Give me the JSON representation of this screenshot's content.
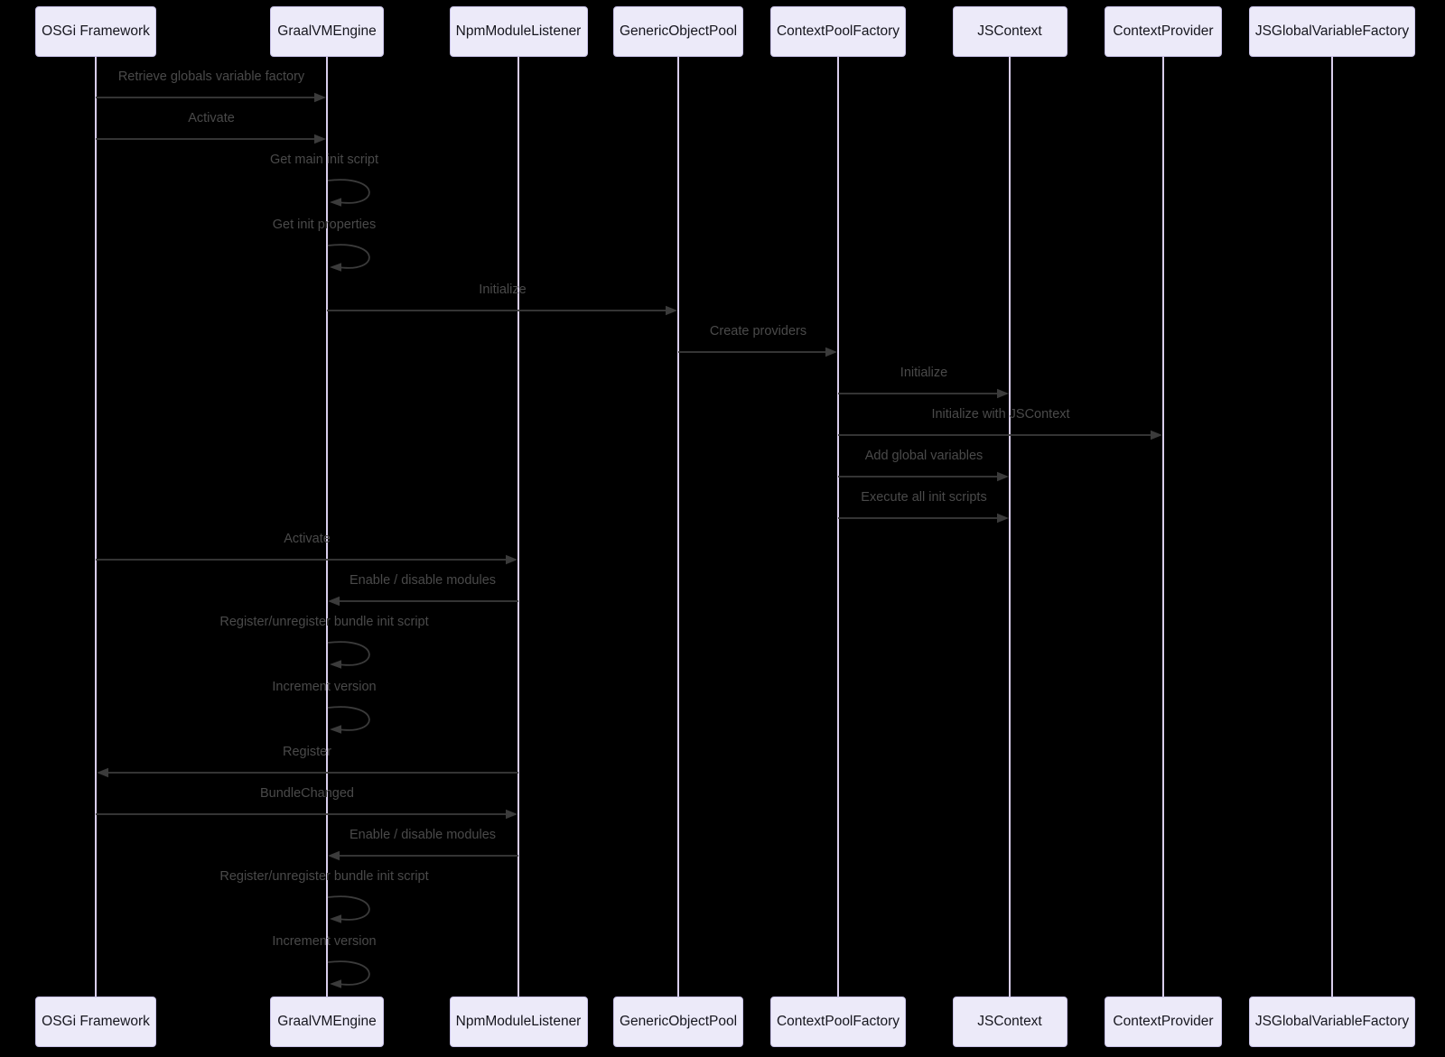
{
  "diagram": {
    "type": "sequence-diagram",
    "participants": [
      {
        "id": "osgi",
        "label": "OSGi Framework"
      },
      {
        "id": "graal",
        "label": "GraalVMEngine"
      },
      {
        "id": "npm",
        "label": "NpmModuleListener"
      },
      {
        "id": "pool",
        "label": "GenericObjectPool"
      },
      {
        "id": "factory",
        "label": "ContextPoolFactory"
      },
      {
        "id": "jscontext",
        "label": "JSContext"
      },
      {
        "id": "provider",
        "label": "ContextProvider"
      },
      {
        "id": "globals",
        "label": "JSGlobalVariableFactory"
      }
    ],
    "messages": [
      {
        "text": "Retrieve globals variable factory",
        "from": "osgi",
        "to": "graal"
      },
      {
        "text": "Activate",
        "from": "osgi",
        "to": "graal"
      },
      {
        "text": "Get main init script",
        "from": "graal",
        "to": "graal"
      },
      {
        "text": "Get init properties",
        "from": "graal",
        "to": "graal"
      },
      {
        "text": "Initialize",
        "from": "graal",
        "to": "pool"
      },
      {
        "text": "Create providers",
        "from": "pool",
        "to": "factory"
      },
      {
        "text": "Initialize",
        "from": "factory",
        "to": "jscontext"
      },
      {
        "text": "Initialize with JSContext",
        "from": "factory",
        "to": "provider"
      },
      {
        "text": "Add global variables",
        "from": "factory",
        "to": "jscontext"
      },
      {
        "text": "Execute all init scripts",
        "from": "factory",
        "to": "jscontext"
      },
      {
        "text": "Activate",
        "from": "osgi",
        "to": "npm"
      },
      {
        "text": "Enable / disable modules",
        "from": "npm",
        "to": "graal"
      },
      {
        "text": "Register/unregister bundle init script",
        "from": "graal",
        "to": "graal"
      },
      {
        "text": "Increment version",
        "from": "graal",
        "to": "graal"
      },
      {
        "text": "Register",
        "from": "npm",
        "to": "osgi"
      },
      {
        "text": "BundleChanged",
        "from": "osgi",
        "to": "npm"
      },
      {
        "text": "Enable / disable modules",
        "from": "npm",
        "to": "graal"
      },
      {
        "text": "Register/unregister bundle init script",
        "from": "graal",
        "to": "graal"
      },
      {
        "text": "Increment version",
        "from": "graal",
        "to": "graal"
      }
    ],
    "colors": {
      "background": "#000000",
      "actor_fill": "#ECEAF9",
      "actor_border": "#C9C2E8",
      "actor_text": "#16161E",
      "lifeline": "#D9CEEC",
      "line": "#3B3B3B",
      "message_text": "#4A4A4A"
    }
  }
}
